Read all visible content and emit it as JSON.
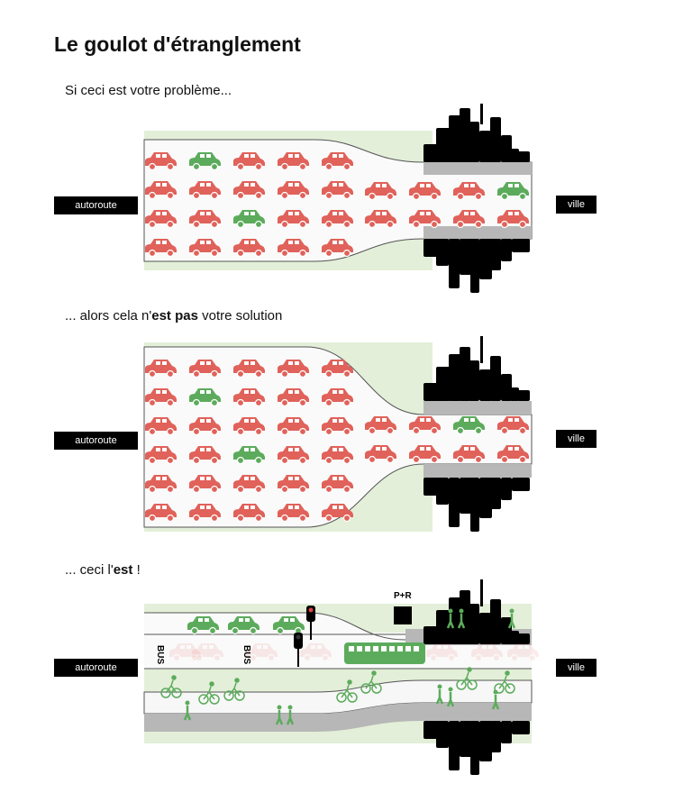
{
  "title": "Le goulot d'étranglement",
  "sections": [
    {
      "caption": "Si ceci est votre problème...",
      "left_label": "autoroute",
      "right_label": "ville",
      "wide_rows": [
        [
          "r",
          "g",
          "r",
          "r",
          "r"
        ],
        [
          "r",
          "r",
          "r",
          "r",
          "r"
        ],
        [
          "r",
          "r",
          "g",
          "r",
          "r"
        ],
        [
          "r",
          "r",
          "r",
          "r",
          "r"
        ]
      ],
      "narrow_rows": [
        [
          "r",
          "r",
          "r",
          "g",
          "r"
        ],
        [
          "r",
          "r",
          "r",
          "r",
          "r"
        ]
      ]
    },
    {
      "caption_pre": "... alors cela n'",
      "caption_bold1": "est pas",
      "caption_post": " votre solution",
      "left_label": "autoroute",
      "right_label": "ville",
      "wide_rows": [
        [
          "r",
          "r",
          "r",
          "r",
          "r"
        ],
        [
          "r",
          "g",
          "r",
          "r",
          "r"
        ],
        [
          "r",
          "r",
          "r",
          "r",
          "r"
        ],
        [
          "r",
          "r",
          "g",
          "r",
          "r"
        ],
        [
          "r",
          "r",
          "r",
          "r",
          "r"
        ],
        [
          "r",
          "r",
          "r",
          "r",
          "r"
        ]
      ],
      "narrow_rows": [
        [
          "r",
          "r",
          "g",
          "r"
        ],
        [
          "r",
          "r",
          "r",
          "r"
        ]
      ]
    },
    {
      "caption_pre": "... ceci l'",
      "caption_bold1": "est",
      "caption_post": " !",
      "left_label": "autoroute",
      "right_label": "ville",
      "bus_label": "BUS",
      "park_ride_label": "P+R"
    }
  ],
  "colors": {
    "car_red": "#e0625a",
    "car_green": "#5cab5c",
    "road_line": "#555555",
    "sidewalk": "#b7b7b7",
    "green_strip": "#e3efd8"
  }
}
